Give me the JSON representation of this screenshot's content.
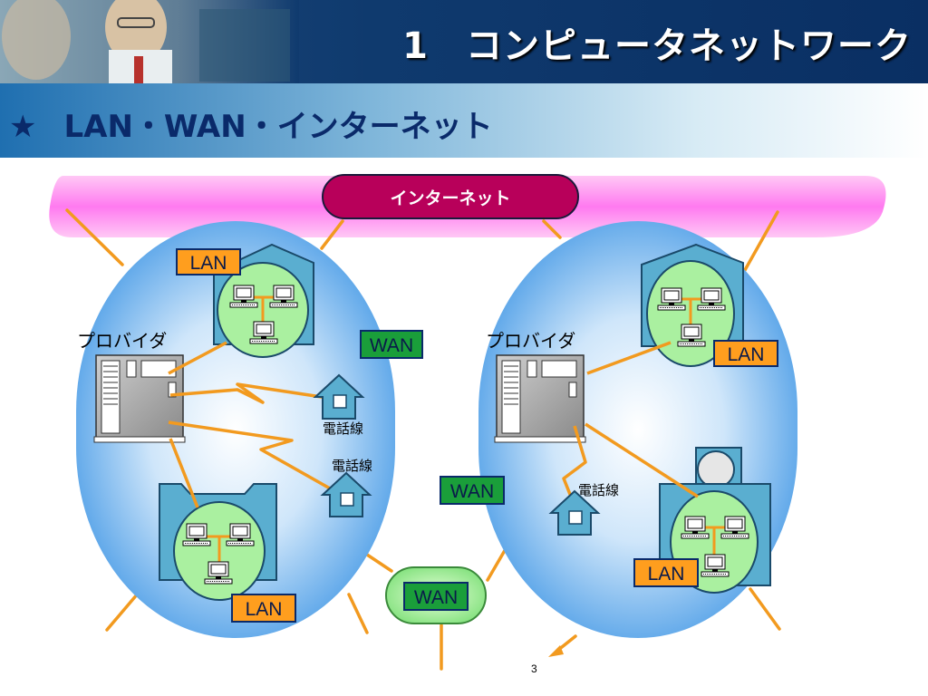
{
  "slide": {
    "title": "1　コンピュータネットワーク",
    "subtitle_star": "★",
    "subtitle": "LAN・WAN・インターネット",
    "page_number": "3"
  },
  "diagram": {
    "internet_label": "インターネット",
    "provider_left": "プロバイダ",
    "provider_right": "プロバイダ",
    "lan_labels": [
      "LAN",
      "LAN",
      "LAN",
      "LAN"
    ],
    "wan_labels": [
      "WAN",
      "WAN",
      "WAN"
    ],
    "phone_line_labels": [
      "電話線",
      "電話線",
      "電話線"
    ]
  },
  "colors": {
    "header_bg": "#0f3a6e",
    "cloud_blue": "#3a9ae8",
    "internet_pink": "#ff5fe8",
    "internet_pill": "#b8005a",
    "lan_orange": "#ff9e1e",
    "wan_green": "#1a9e3a",
    "lan_green": "#aaf0a0",
    "house_blue": "#5aaed0",
    "line_orange": "#f29a1f"
  }
}
